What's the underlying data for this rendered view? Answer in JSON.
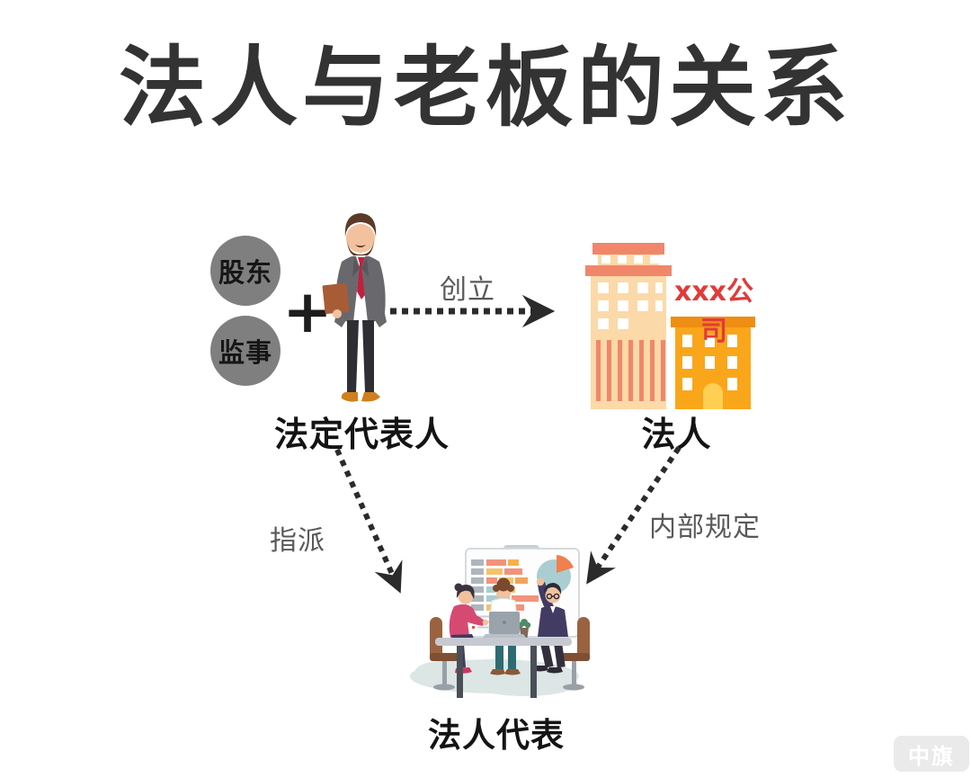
{
  "title": "法人与老板的关系",
  "nodes": {
    "shareholder_label": "股东",
    "supervisor_label": "监事",
    "plus_sign": "+",
    "legal_representative_label": "法定代表人",
    "company_name": "xxx公司",
    "legal_person_label": "法人",
    "legal_person_representative_label": "法人代表"
  },
  "edges": {
    "establish_label": "创立",
    "appoint_label": "指派",
    "internal_rules_label": "内部规定"
  },
  "watermark": "中旗",
  "colors": {
    "title_text": "#333333",
    "role_circle_fill": "#7f7f7f",
    "edge_label_text": "#595959",
    "arrow": "#2b2b2b",
    "company_name_text": "#e13b3b",
    "building_light": "#fcd9a8",
    "building_coral": "#f0876b",
    "building_orange": "#faa61a",
    "building_orange_dark": "#ee8e12",
    "suit_gray": "#68686d",
    "tie_red": "#c21f3f",
    "watermark_bg": "#eaeaea",
    "watermark_text": "#ffffff"
  }
}
